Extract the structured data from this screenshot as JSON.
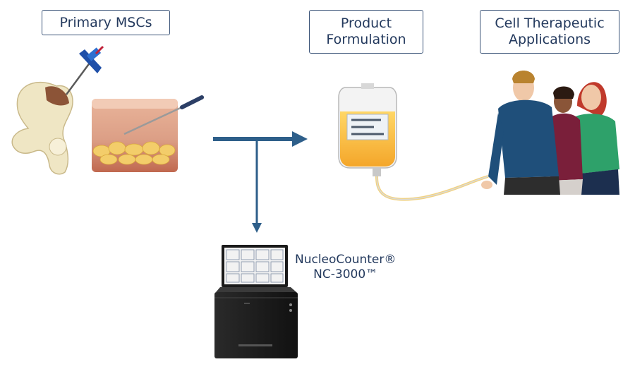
{
  "labels": {
    "primary_mscs": "Primary MSCs",
    "product_formulation": [
      "Product",
      "Formulation"
    ],
    "cell_therapeutic_applications": [
      "Cell Therapeutic",
      "Applications"
    ],
    "device_name": [
      "NucleoCounter®",
      "NC-3000™"
    ]
  },
  "colors": {
    "arrow": "#2e5f8a",
    "box_border": "#3b5478",
    "text": "#23395d"
  },
  "icons": {
    "bone": "hip-bone-with-aspiration-needle-icon",
    "tissue": "adipose-tissue-with-needle-icon",
    "iv_bag": "iv-infusion-bag-icon",
    "people": "patients-group-icon",
    "device": "nucleocounter-instrument-icon"
  }
}
